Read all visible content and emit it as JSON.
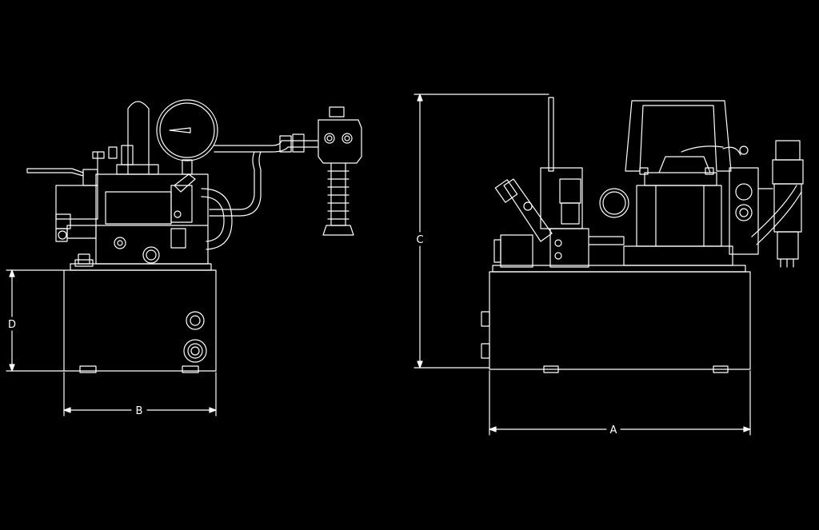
{
  "colors": {
    "background": "#000000",
    "line": "#ffffff"
  },
  "dimensions": {
    "a": "A",
    "b": "B",
    "c": "C",
    "d": "D"
  }
}
